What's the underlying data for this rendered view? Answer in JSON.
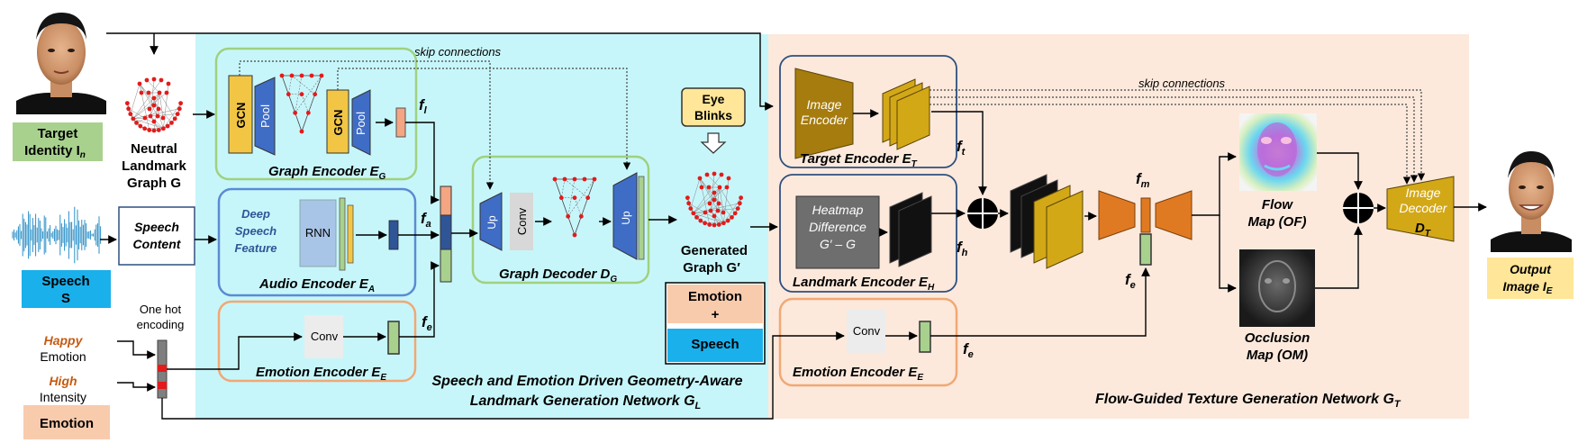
{
  "colors": {
    "cyan_panel": "#c7f6fa",
    "peach_panel": "#fce9dc",
    "green_border": "#9fd17f",
    "blue_border": "#5b8bd3",
    "orange_border": "#f1a874",
    "navy_border": "#2f4f7f",
    "yellow_block": "#f2c644",
    "blue_block": "#3f6dc6",
    "gold_block": "#d3a817",
    "orange_block": "#e07a22",
    "green_label": "#a9d18e",
    "cyan_label": "#19b0ec",
    "peach_label": "#f8cbad",
    "yellow_label": "#ffe699",
    "red_point": "#e31b1b"
  },
  "left": {
    "target_identity": [
      "Target",
      "Identity I"
    ],
    "target_identity_sub": "n",
    "neutral_landmark": [
      "Neutral",
      "Landmark",
      "Graph G"
    ],
    "speech_label": [
      "Speech",
      "S"
    ],
    "speech_content": [
      "Speech",
      "Content"
    ],
    "one_hot": [
      "One hot",
      "encoding"
    ],
    "happy": "Happy",
    "emotion_word": "Emotion",
    "high": "High",
    "intensity_word": "Intensity",
    "emotion_box": "Emotion"
  },
  "landmark_net": {
    "skip": "skip connections",
    "gcn": "GCN",
    "pool": "Pool",
    "f_l": "f",
    "f_l_sub": "l",
    "graph_encoder": "Graph Encoder E",
    "graph_encoder_sub": "G",
    "deep_speech": [
      "Deep",
      "Speech",
      "Feature"
    ],
    "rnn": "RNN",
    "f_a": "f",
    "f_a_sub": "a",
    "audio_encoder": "Audio Encoder  E",
    "audio_encoder_sub": "A",
    "conv": "Conv",
    "f_e": "f",
    "f_e_sub": "e",
    "emotion_encoder": "Emotion Encoder E",
    "emotion_encoder_sub": "E",
    "up": "Up",
    "graph_decoder": "Graph Decoder D",
    "graph_decoder_sub": "G",
    "eye_blinks": [
      "Eye",
      "Blinks"
    ],
    "generated": [
      "Generated",
      "Graph G′"
    ],
    "legend_emotion": "Emotion",
    "legend_plus": "+",
    "legend_speech": "Speech",
    "title": [
      "Speech and Emotion Driven Geometry-Aware",
      "Landmark Generation Network G"
    ],
    "title_sub": "L"
  },
  "texture_net": {
    "skip": "skip connections",
    "image_encoder": [
      "Image",
      "Encoder"
    ],
    "target_encoder": "Target Encoder E",
    "target_encoder_sub": "T",
    "f_t": "f",
    "f_t_sub": "t",
    "heatmap": [
      "Heatmap",
      "Difference",
      "G′ – G"
    ],
    "landmark_encoder": "Landmark Encoder E",
    "landmark_encoder_sub": "H",
    "f_h": "f",
    "f_h_sub": "h",
    "conv": "Conv",
    "emotion_encoder": "Emotion Encoder E",
    "emotion_encoder_sub": "E",
    "f_e": "f",
    "f_e_sub": "e",
    "f_m": "f",
    "f_m_sub": "m",
    "f_e2": "f",
    "f_e2_sub": "e",
    "flow_map": [
      "Flow",
      "Map (OF)"
    ],
    "occlusion_map": [
      "Occlusion",
      "Map (OM)"
    ],
    "image_decoder": [
      "Image",
      "Decoder"
    ],
    "decoder_d": "D",
    "decoder_d_sub": "T",
    "title": "Flow-Guided Texture Generation Network G",
    "title_sub": "T"
  },
  "output": [
    "Output",
    "Image I"
  ],
  "output_sub": "E"
}
